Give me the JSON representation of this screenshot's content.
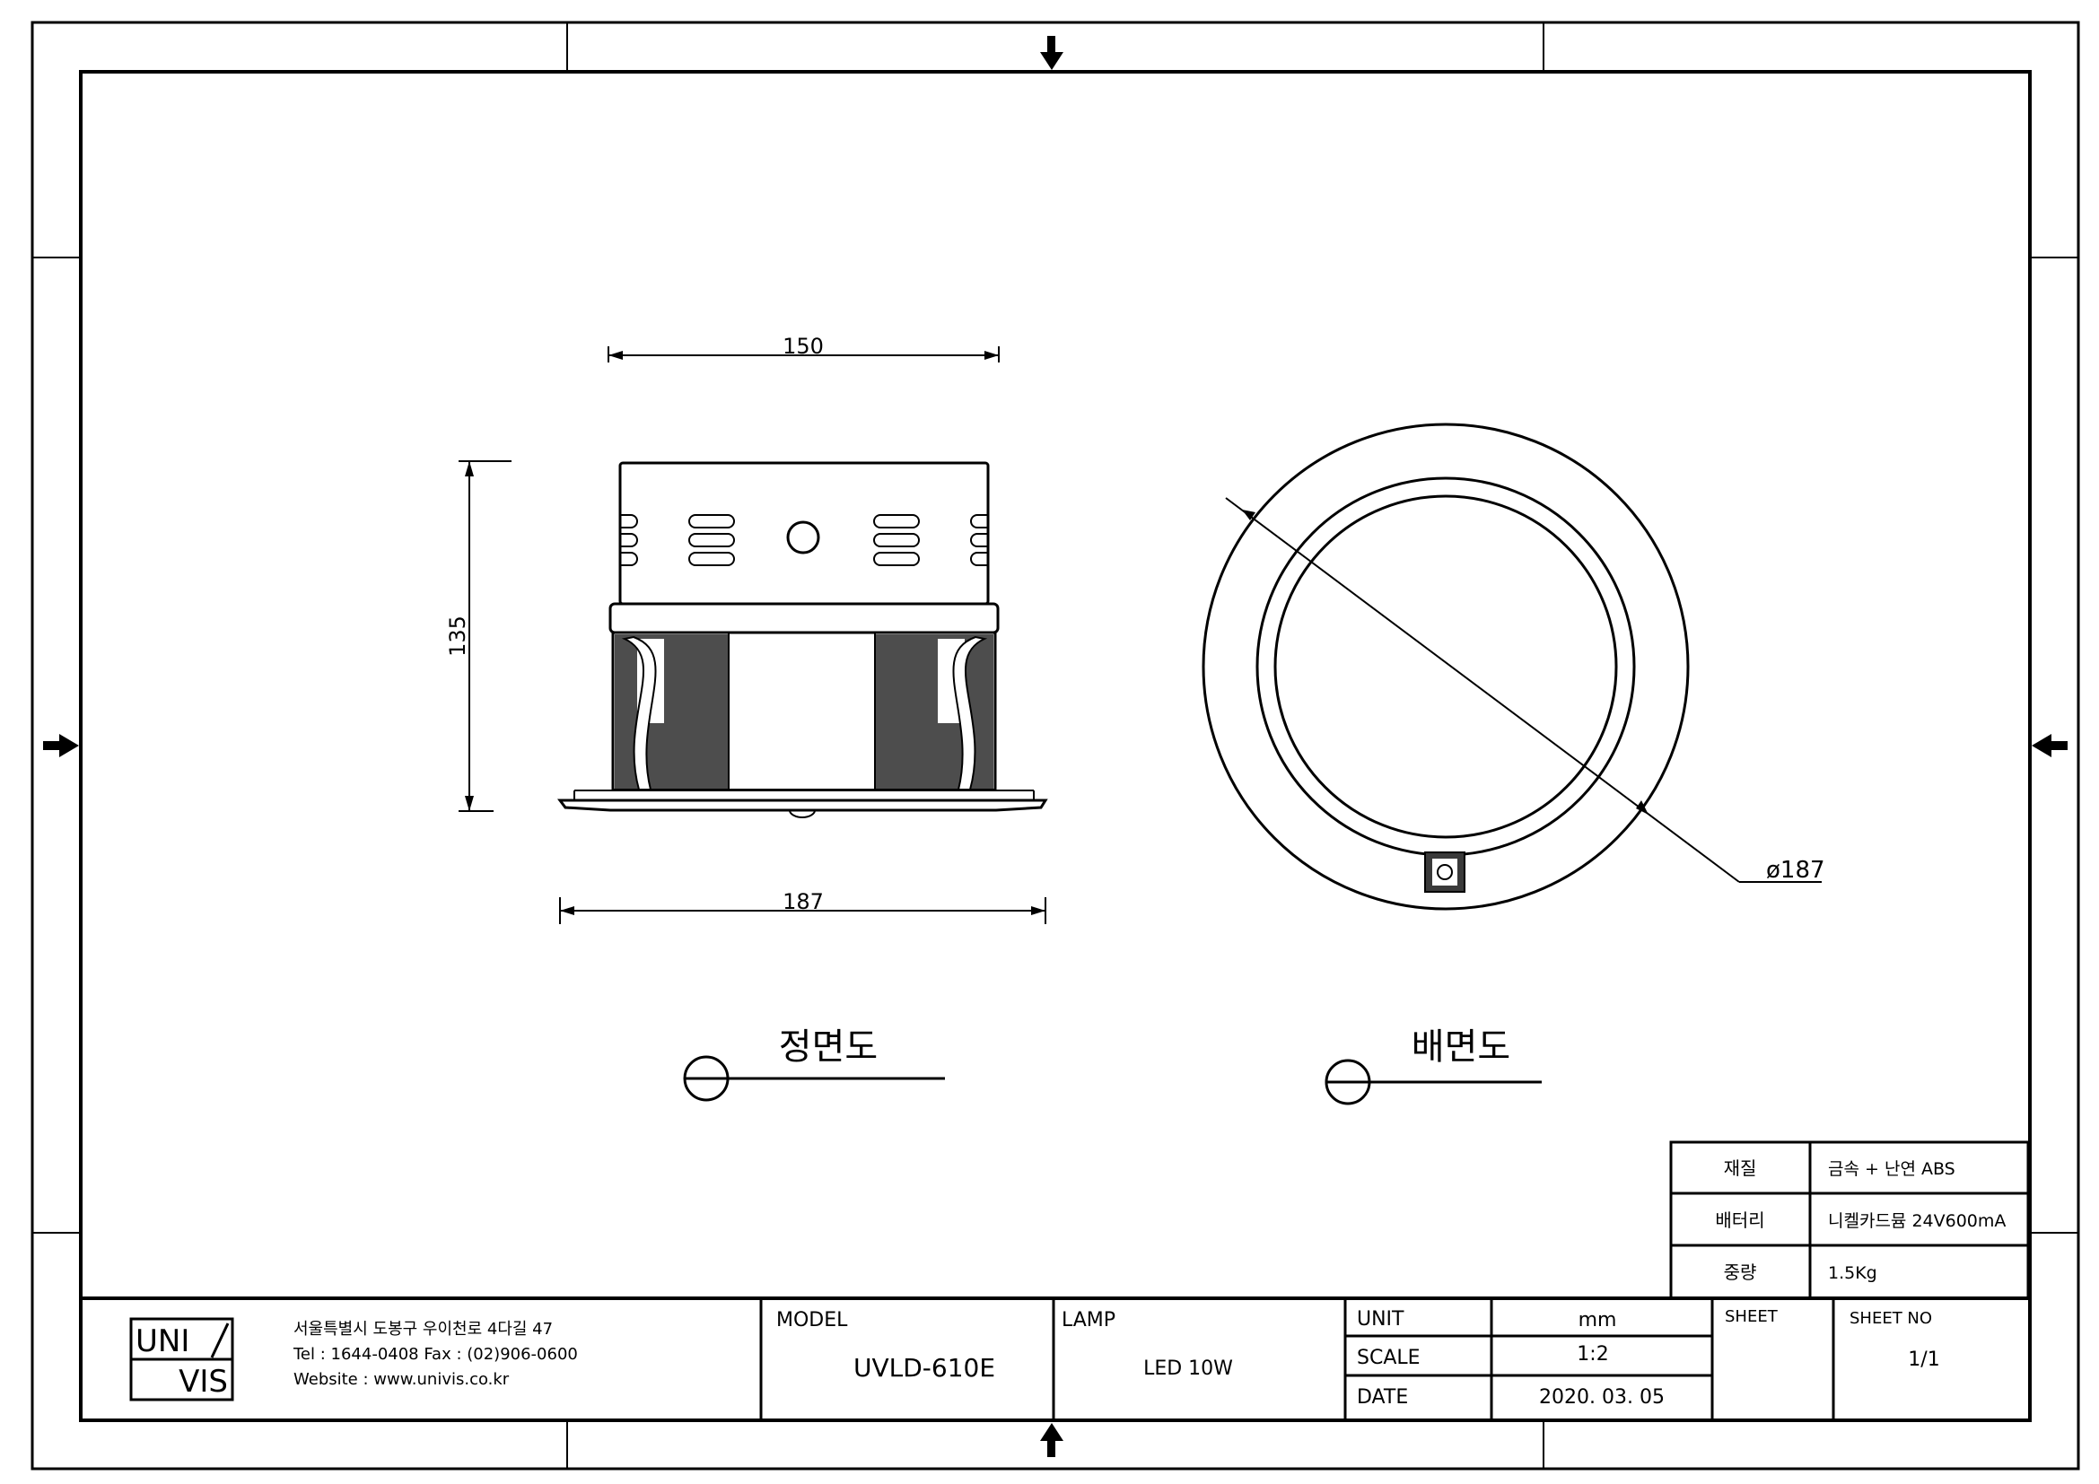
{
  "drawing": {
    "dimensions": {
      "front_width_top": "150",
      "front_height": "135",
      "front_width_bottom": "187",
      "back_diameter": "ø187"
    },
    "views": {
      "front_label": "정면도",
      "back_label": "배면도"
    }
  },
  "spec_table": {
    "rows": [
      {
        "label": "재질",
        "value": "금속 + 난연 ABS"
      },
      {
        "label": "배터리",
        "value": "니켈카드뮴 24V600mA"
      },
      {
        "label": "중량",
        "value": "1.5Kg"
      }
    ]
  },
  "title_block": {
    "logo_top": "UNI",
    "logo_bottom": "VIS",
    "address": "서울특별시 도봉구 우이천로 4다길 47",
    "contact": "Tel : 1644-0408   Fax : (02)906-0600",
    "website": "Website : www.univis.co.kr",
    "model_label": "MODEL",
    "model_value": "UVLD-610E",
    "lamp_label": "LAMP",
    "lamp_value": "LED 10W",
    "unit_label": "UNIT",
    "unit_value": "mm",
    "scale_label": "SCALE",
    "scale_value": "1:2",
    "date_label": "DATE",
    "date_value": "2020. 03. 05",
    "sheet_label": "SHEET",
    "sheet_no_label": "SHEET NO",
    "sheet_no_value": "1/1"
  }
}
